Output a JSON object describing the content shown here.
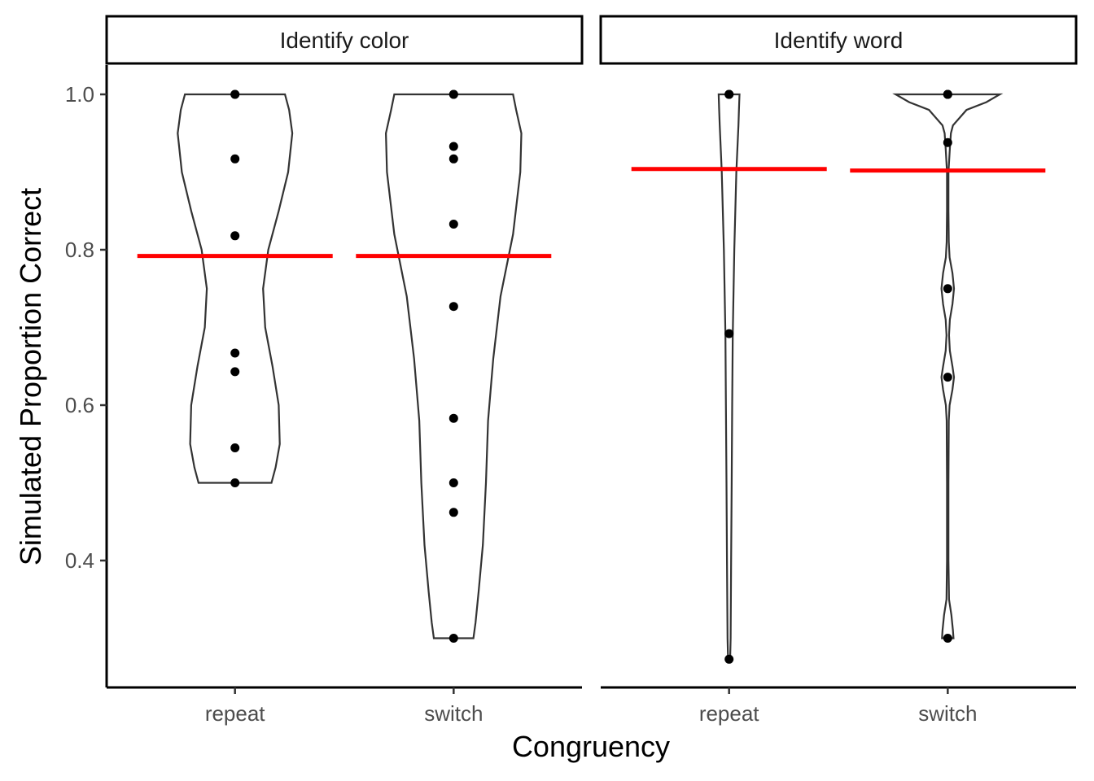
{
  "chart_data": {
    "type": "violin",
    "xlabel": "Congruency",
    "ylabel": "Simulated Proportion Correct",
    "yticks": [
      "0.4",
      "0.6",
      "0.8",
      "1.0"
    ],
    "ylim": [
      0.26,
      1.03
    ],
    "grid": false,
    "colors": {
      "mean_line": "#ff0000",
      "points": "#000000",
      "violin_outline": "#333333"
    },
    "panels": [
      {
        "strip_label": "Identify color",
        "categories": [
          "repeat",
          "switch"
        ],
        "groups": [
          {
            "category": "repeat",
            "mean": 0.792,
            "points": [
              1.0,
              1.0,
              0.917,
              0.818,
              0.667,
              0.643,
              0.545,
              0.5
            ],
            "density_profile": [
              [
                0.5,
                0.35
              ],
              [
                0.52,
                0.39
              ],
              [
                0.55,
                0.43
              ],
              [
                0.6,
                0.42
              ],
              [
                0.65,
                0.36
              ],
              [
                0.7,
                0.29
              ],
              [
                0.75,
                0.27
              ],
              [
                0.8,
                0.32
              ],
              [
                0.85,
                0.42
              ],
              [
                0.9,
                0.51
              ],
              [
                0.95,
                0.55
              ],
              [
                0.98,
                0.52
              ],
              [
                1.0,
                0.48
              ]
            ]
          },
          {
            "category": "switch",
            "mean": 0.792,
            "points": [
              1.0,
              1.0,
              0.933,
              0.917,
              0.833,
              0.727,
              0.583,
              0.5,
              0.462,
              0.3
            ],
            "density_profile": [
              [
                0.3,
                0.19
              ],
              [
                0.32,
                0.21
              ],
              [
                0.36,
                0.24
              ],
              [
                0.42,
                0.28
              ],
              [
                0.5,
                0.31
              ],
              [
                0.58,
                0.33
              ],
              [
                0.66,
                0.38
              ],
              [
                0.74,
                0.45
              ],
              [
                0.82,
                0.57
              ],
              [
                0.9,
                0.64
              ],
              [
                0.95,
                0.65
              ],
              [
                0.98,
                0.6
              ],
              [
                1.0,
                0.57
              ]
            ]
          }
        ]
      },
      {
        "strip_label": "Identify word",
        "categories": [
          "repeat",
          "switch"
        ],
        "groups": [
          {
            "category": "repeat",
            "mean": 0.904,
            "points": [
              1.0,
              1.0,
              1.0,
              0.692,
              0.273
            ],
            "density_profile": [
              [
                0.273,
                0.01
              ],
              [
                0.3,
                0.015
              ],
              [
                0.4,
                0.02
              ],
              [
                0.5,
                0.025
              ],
              [
                0.6,
                0.03
              ],
              [
                0.69,
                0.035
              ],
              [
                0.8,
                0.05
              ],
              [
                0.9,
                0.07
              ],
              [
                0.96,
                0.09
              ],
              [
                0.98,
                0.095
              ],
              [
                1.0,
                0.1
              ]
            ]
          },
          {
            "category": "switch",
            "mean": 0.902,
            "points": [
              1.0,
              1.0,
              1.0,
              0.938,
              0.75,
              0.636,
              0.3
            ],
            "density_profile": [
              [
                0.3,
                0.055
              ],
              [
                0.31,
                0.05
              ],
              [
                0.33,
                0.035
              ],
              [
                0.35,
                0.012
              ],
              [
                0.4,
                0.007
              ],
              [
                0.5,
                0.007
              ],
              [
                0.58,
                0.01
              ],
              [
                0.6,
                0.018
              ],
              [
                0.62,
                0.045
              ],
              [
                0.636,
                0.06
              ],
              [
                0.65,
                0.045
              ],
              [
                0.67,
                0.02
              ],
              [
                0.69,
                0.012
              ],
              [
                0.71,
                0.02
              ],
              [
                0.73,
                0.045
              ],
              [
                0.75,
                0.06
              ],
              [
                0.77,
                0.045
              ],
              [
                0.79,
                0.018
              ],
              [
                0.81,
                0.01
              ],
              [
                0.85,
                0.007
              ],
              [
                0.9,
                0.007
              ],
              [
                0.93,
                0.02
              ],
              [
                0.95,
                0.03
              ],
              [
                0.96,
                0.05
              ],
              [
                0.98,
                0.18
              ],
              [
                0.99,
                0.37
              ],
              [
                1.0,
                0.5
              ]
            ]
          }
        ]
      }
    ]
  }
}
